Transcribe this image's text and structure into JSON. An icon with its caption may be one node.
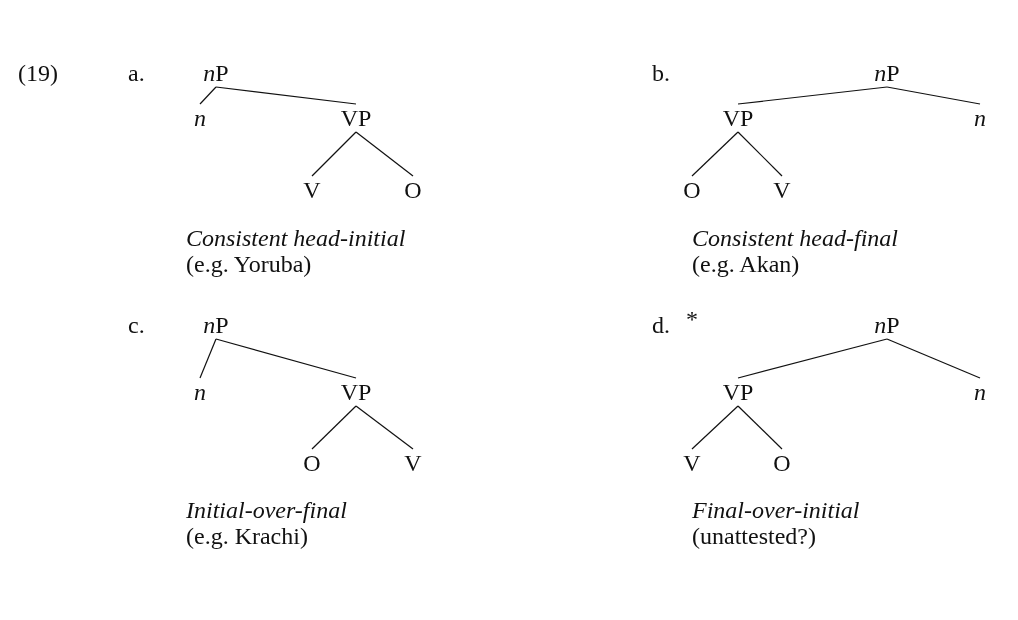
{
  "diagram": {
    "nodes": [
      {
        "text": [
          "nP"
        ]
      },
      {
        "text": [
          "n"
        ]
      },
      {
        "text": [
          "VP"
        ]
      },
      {
        "text": [
          "V"
        ]
      },
      {
        "text": [
          "O"
        ]
      },
      {
        "text": [
          "nP"
        ]
      },
      {
        "text": [
          "VP"
        ]
      },
      {
        "text": [
          "n"
        ]
      },
      {
        "text": [
          "O"
        ]
      },
      {
        "text": [
          "V"
        ]
      },
      {
        "text": [
          "nP"
        ]
      },
      {
        "text": [
          "n"
        ]
      },
      {
        "text": [
          "VP"
        ]
      },
      {
        "text": [
          "O"
        ]
      },
      {
        "text": [
          "V"
        ]
      },
      {
        "text": [
          "nP"
        ]
      },
      {
        "text": [
          "VP"
        ]
      },
      {
        "text": [
          "n"
        ]
      },
      {
        "text": [
          "V"
        ]
      },
      {
        "text": [
          "O"
        ]
      }
    ],
    "edges": [
      {
        "from": 0,
        "to": 1,
        "arrow": "none"
      },
      {
        "from": 0,
        "to": 2,
        "arrow": "none"
      },
      {
        "from": 2,
        "to": 3,
        "arrow": "none"
      },
      {
        "from": 2,
        "to": 4,
        "arrow": "none"
      },
      {
        "from": 5,
        "to": 6,
        "arrow": "none"
      },
      {
        "from": 5,
        "to": 7,
        "arrow": "none"
      },
      {
        "from": 6,
        "to": 8,
        "arrow": "none"
      },
      {
        "from": 6,
        "to": 9,
        "arrow": "none"
      },
      {
        "from": 10,
        "to": 11,
        "arrow": "none"
      },
      {
        "from": 10,
        "to": 12,
        "arrow": "none"
      },
      {
        "from": 12,
        "to": 13,
        "arrow": "none"
      },
      {
        "from": 12,
        "to": 14,
        "arrow": "none"
      },
      {
        "from": 15,
        "to": 16,
        "arrow": "none"
      },
      {
        "from": 15,
        "to": 17,
        "arrow": "none"
      },
      {
        "from": 16,
        "to": 18,
        "arrow": "none"
      },
      {
        "from": 16,
        "to": 19,
        "arrow": "none"
      }
    ],
    "labels": [
      "(19)",
      "a.",
      "Consistent head-initial",
      "(e.g. Yoruba)",
      "b.",
      "Consistent head-final",
      "(e.g. Akan)",
      "c.",
      "Initial-over-final",
      "(e.g. Krachi)",
      "d.",
      "*",
      "Final-over-initial",
      "(unattested?)"
    ]
  }
}
